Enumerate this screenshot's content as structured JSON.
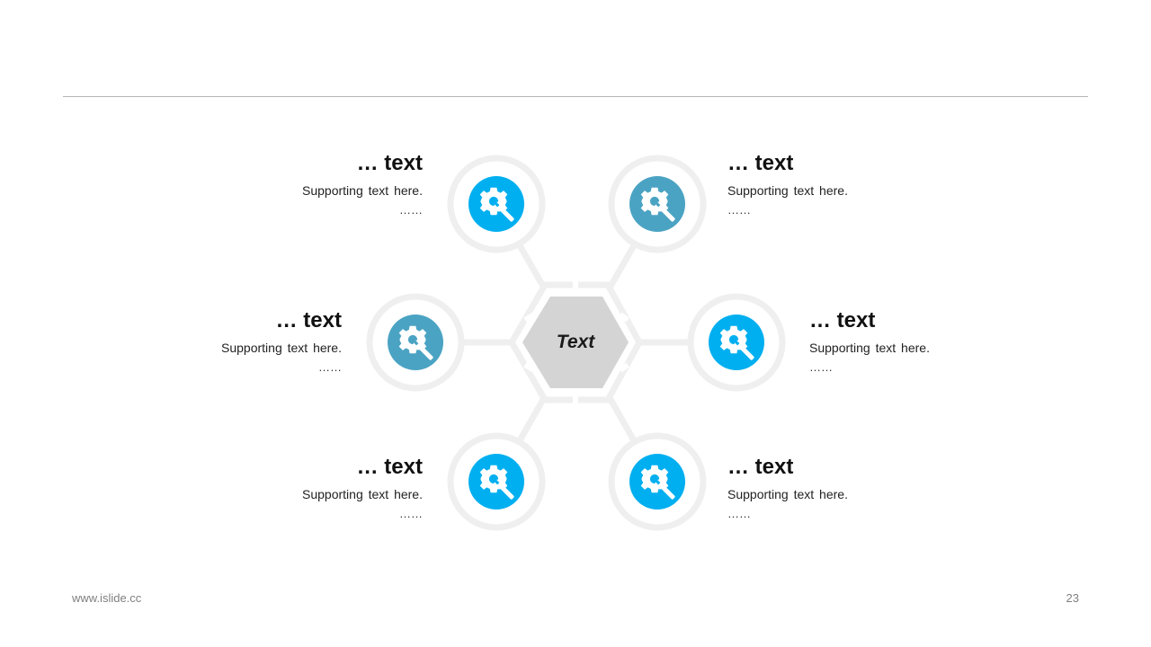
{
  "center": {
    "label": "Text",
    "color": "#d4d4d4"
  },
  "colors": {
    "bright_blue": "#00aff0",
    "steel_blue": "#4ba3c3",
    "ring": "#efefef",
    "rule": "#b5b5b5"
  },
  "nodes": [
    {
      "title": "… text",
      "sub": "Supporting  text here.",
      "dots": "……",
      "icon": "gear-wrench-icon",
      "color": "#00aff0"
    },
    {
      "title": "… text",
      "sub": "Supporting  text here.",
      "dots": "……",
      "icon": "gear-wrench-icon",
      "color": "#4ba3c3"
    },
    {
      "title": "… text",
      "sub": "Supporting  text here.",
      "dots": "……",
      "icon": "gear-wrench-icon",
      "color": "#4ba3c3"
    },
    {
      "title": "… text",
      "sub": "Supporting  text here.",
      "dots": "……",
      "icon": "gear-wrench-icon",
      "color": "#00aff0"
    },
    {
      "title": "… text",
      "sub": "Supporting  text here.",
      "dots": "……",
      "icon": "gear-wrench-icon",
      "color": "#00aff0"
    },
    {
      "title": "… text",
      "sub": "Supporting  text here.",
      "dots": "……",
      "icon": "gear-wrench-icon",
      "color": "#00aff0"
    }
  ],
  "footer": {
    "website": "www.islide.cc",
    "page_number": "23"
  }
}
